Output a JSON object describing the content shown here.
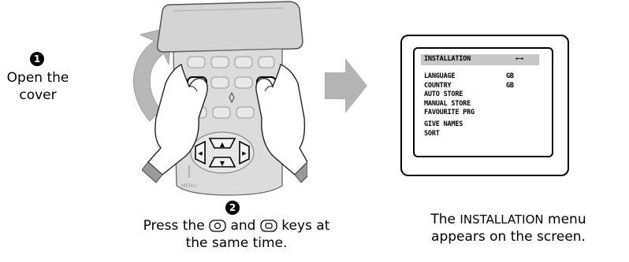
{
  "step1": {
    "number": "1",
    "text_line1": "Open the",
    "text_line2": "cover"
  },
  "step2": {
    "number": "2",
    "text_before": "Press the",
    "text_middle": "and",
    "text_after": "keys at",
    "text_line2": "the same time."
  },
  "result": {
    "prefix": "The",
    "menu_name": "INSTALLATION",
    "suffix": "menu",
    "line2": "appears on the screen."
  },
  "remote": {
    "label": "MENU"
  },
  "tv_menu": {
    "title": "INSTALLATION",
    "title_icon": "←→",
    "items": [
      {
        "label": "LANGUAGE",
        "value": "GB"
      },
      {
        "label": "COUNTRY",
        "value": "GB"
      },
      {
        "label": "AUTO STORE",
        "value": ""
      },
      {
        "label": "MANUAL STORE",
        "value": ""
      },
      {
        "label": "FAVOURITE PRG",
        "value": ""
      },
      {
        "label": "GIVE NAMES",
        "value": ""
      },
      {
        "label": "SORT",
        "value": ""
      }
    ]
  },
  "icons": {
    "key_left": "install-key-icon",
    "key_right": "menu-key-icon",
    "arrow_main": "right-arrow-icon",
    "arrow_rotate": "curved-arrow-icon"
  }
}
